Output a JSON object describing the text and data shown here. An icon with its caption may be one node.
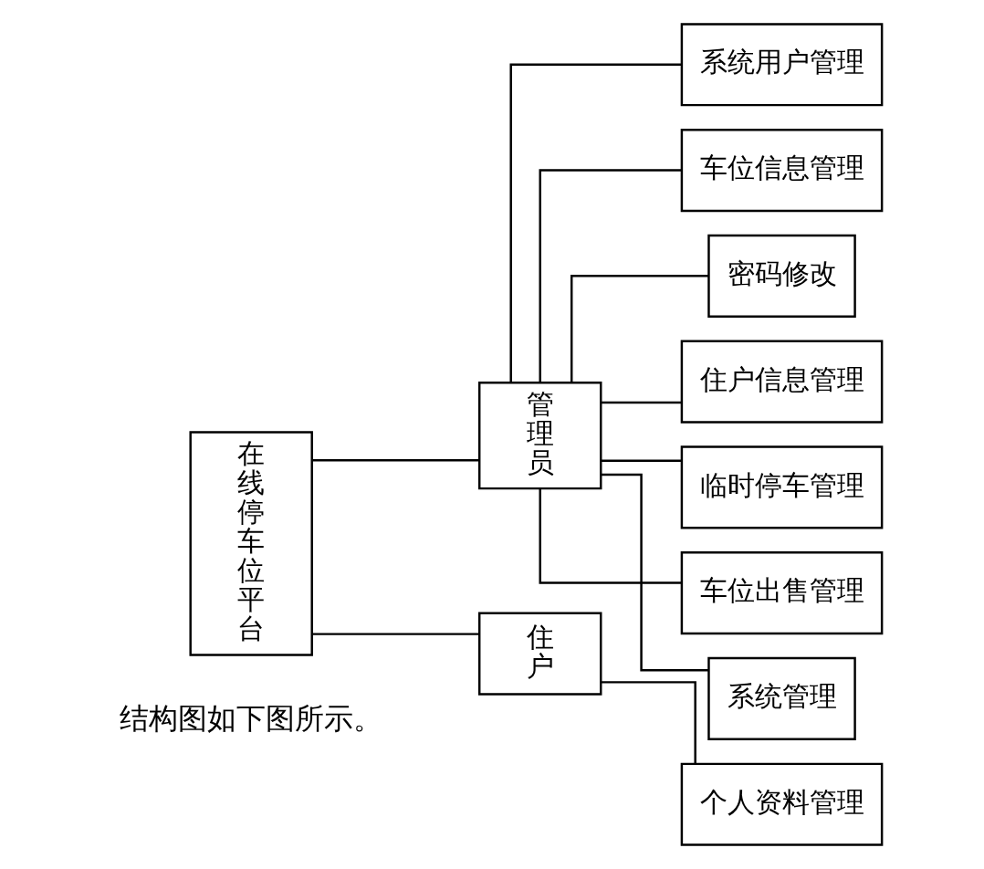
{
  "diagram": {
    "nodes": [
      {
        "text": [
          "在线停车位平台"
        ]
      },
      {
        "text": [
          "管理员"
        ]
      },
      {
        "text": [
          "系统用户管理"
        ]
      },
      {
        "text": [
          "车位信息管理"
        ]
      },
      {
        "text": [
          "密码修改"
        ]
      },
      {
        "text": [
          "住户信息管理"
        ]
      },
      {
        "text": [
          "临时停车管理"
        ]
      },
      {
        "text": [
          "车位出售管理"
        ]
      },
      {
        "text": [
          "系统管理"
        ]
      },
      {
        "text": [
          "住户"
        ]
      },
      {
        "text": [
          "个人资料管理"
        ]
      }
    ],
    "edges": [
      {
        "from": 0,
        "to": 1,
        "arrow": "none"
      },
      {
        "from": 0,
        "to": 9,
        "arrow": "none"
      },
      {
        "from": 1,
        "to": 2,
        "arrow": "none"
      },
      {
        "from": 1,
        "to": 3,
        "arrow": "none"
      },
      {
        "from": 1,
        "to": 4,
        "arrow": "none"
      },
      {
        "from": 1,
        "to": 5,
        "arrow": "none"
      },
      {
        "from": 1,
        "to": 6,
        "arrow": "none"
      },
      {
        "from": 1,
        "to": 7,
        "arrow": "none"
      },
      {
        "from": 1,
        "to": 8,
        "arrow": "none"
      },
      {
        "from": 9,
        "to": 10,
        "arrow": "none"
      }
    ],
    "labels": [
      "结构图如下图所示。"
    ]
  }
}
